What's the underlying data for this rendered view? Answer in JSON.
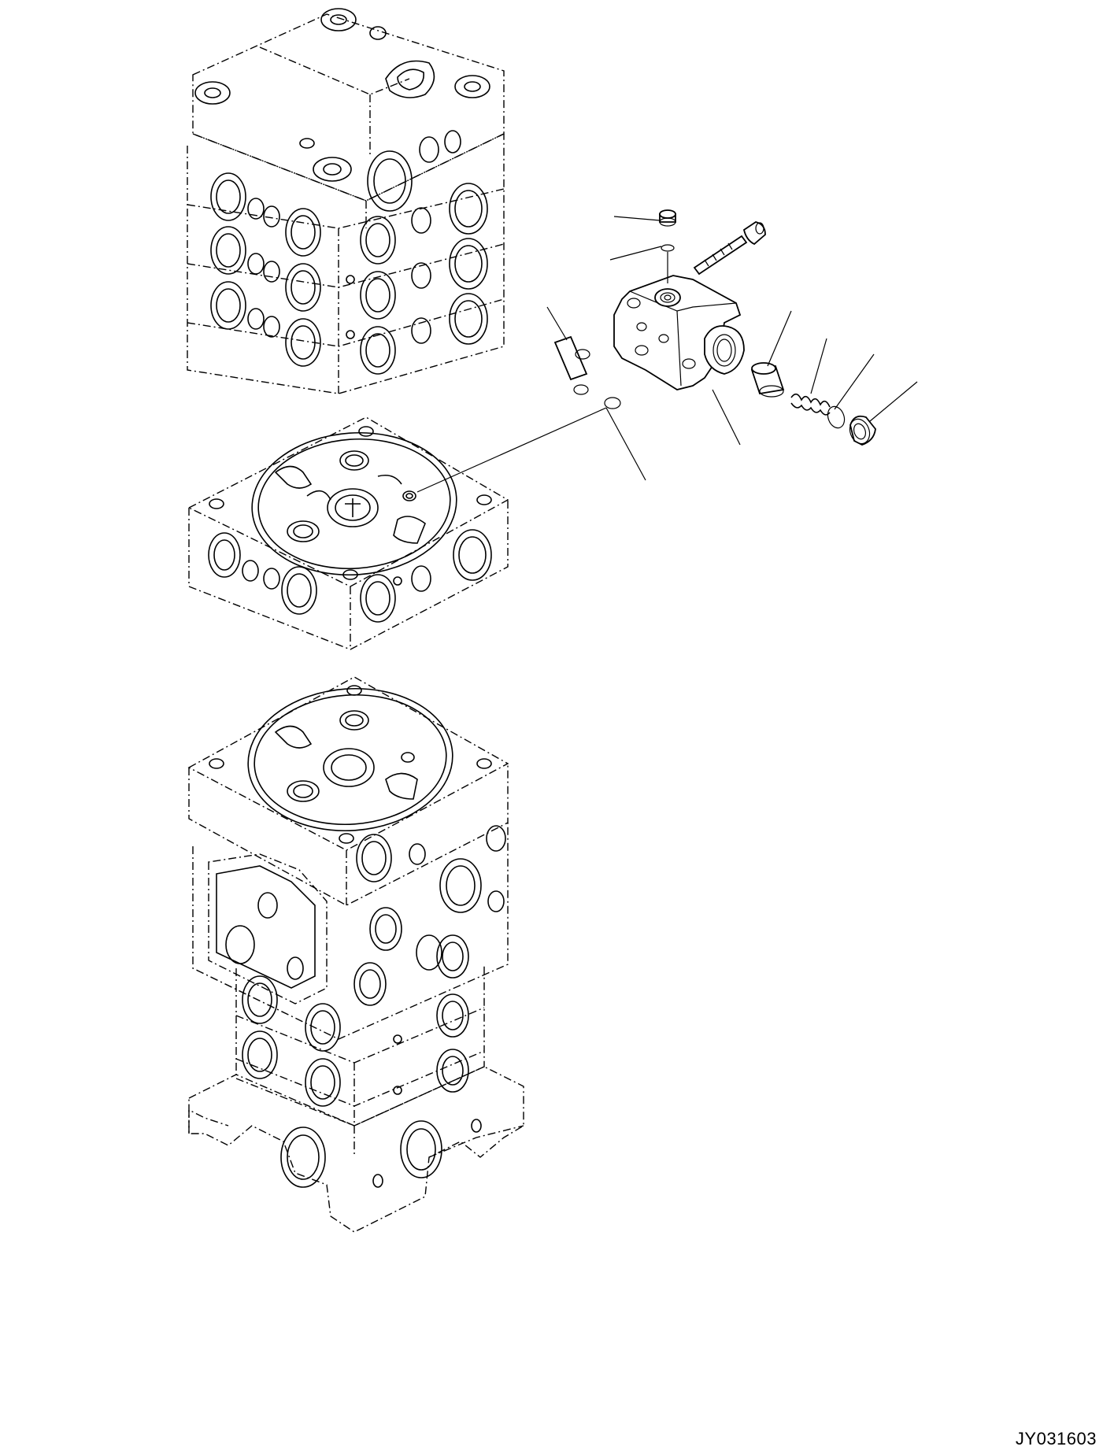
{
  "drawing": {
    "figure_code": "JY031603",
    "line_color": "#000000",
    "background_color": "#ffffff",
    "parts": [
      "upper-valve-stack",
      "middle-valve-section",
      "lower-valve-stack",
      "valve-block",
      "bolt",
      "plug-small",
      "o-ring-small",
      "pin-with-o-rings",
      "o-ring",
      "poppet",
      "spring",
      "o-ring-plug",
      "plug"
    ]
  }
}
